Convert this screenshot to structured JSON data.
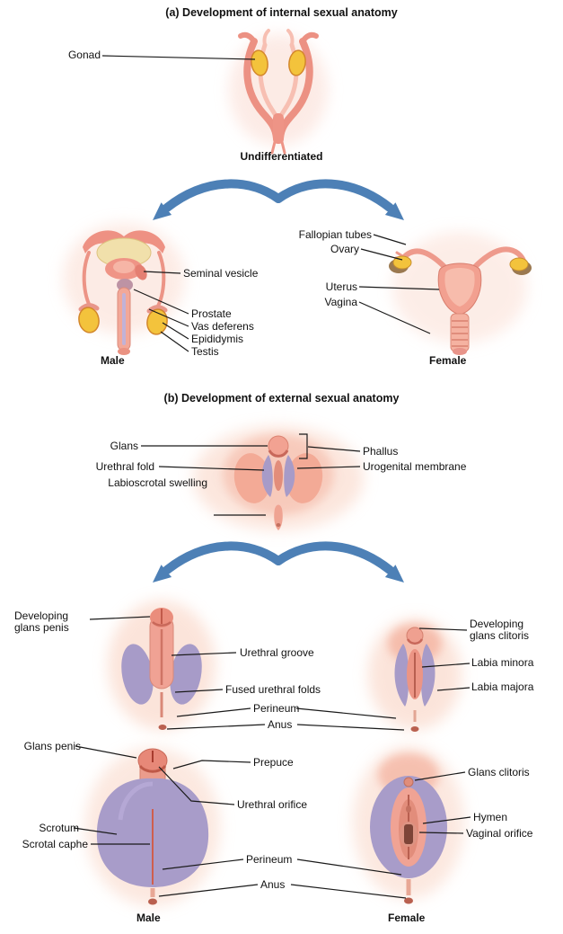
{
  "palette": {
    "pink_main": "#ee9587",
    "pink_light": "#f6bdb0",
    "pink_glow": "#f9d3c2",
    "lavender": "#a89cc9",
    "gonad_yellow": "#f3c33c",
    "arrow_blue": "#4d80b6",
    "leader_line": "#1a1a1a"
  },
  "section_a": {
    "title": "(a) Development of internal sexual anatomy",
    "undifferentiated_caption": "Undifferentiated",
    "labels": {
      "gonad": "Gonad",
      "seminal_vesicle": "Seminal vesicle",
      "prostate": "Prostate",
      "vas_deferens": "Vas deferens",
      "epididymis": "Epididymis",
      "testis": "Testis",
      "fallopian_tubes": "Fallopian tubes",
      "ovary": "Ovary",
      "uterus": "Uterus",
      "vagina": "Vagina"
    },
    "male_caption": "Male",
    "female_caption": "Female"
  },
  "section_b": {
    "title": "(b) Development of external sexual anatomy",
    "labels_undiff": {
      "glans": "Glans",
      "urethral_fold": "Urethral fold",
      "labioscrotal_swelling": "Labioscrotal swelling",
      "phallus": "Phallus",
      "urogenital_membrane": "Urogenital membrane"
    },
    "labels_mid": {
      "developing_glans_penis": "Developing\nglans penis",
      "urethral_groove": "Urethral groove",
      "fused_urethral_folds": "Fused urethral folds",
      "perineum": "Perineum",
      "anus": "Anus",
      "developing_glans_clitoris": "Developing\nglans clitoris",
      "labia_minora": "Labia minora",
      "labia_majora": "Labia majora"
    },
    "labels_final": {
      "glans_penis": "Glans penis",
      "scrotum": "Scrotum",
      "scrotal_caphe": "Scrotal caphe",
      "prepuce": "Prepuce",
      "urethral_orifice": "Urethral orifice",
      "perineum": "Perineum",
      "anus": "Anus",
      "glans_clitoris": "Glans clitoris",
      "hymen": "Hymen",
      "vaginal_orifice": "Vaginal orifice"
    },
    "male_caption": "Male",
    "female_caption": "Female"
  }
}
